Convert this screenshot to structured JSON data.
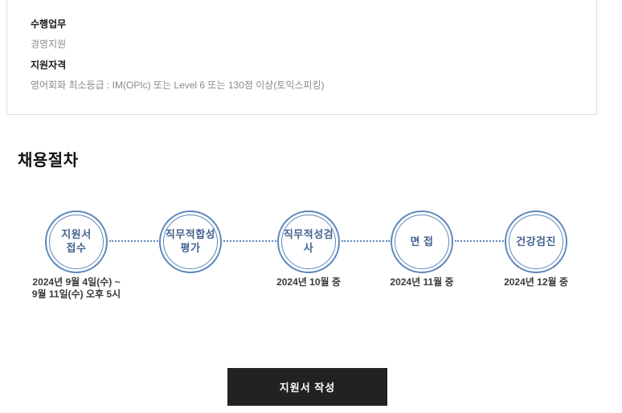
{
  "info_box": {
    "sections": [
      {
        "label": "수행업무",
        "value": "경영지원"
      },
      {
        "label": "지원자격",
        "value": "영어회화 최소등급 : IM(OPIc) 또는 Level 6 또는 130점 이상(토익스피킹)"
      }
    ]
  },
  "process": {
    "title": "채용절차",
    "steps": [
      {
        "label": "지원서\n접수",
        "date": "2024년 9월 4일(수) ~\n9월 11일(수) 오후 5시"
      },
      {
        "label": "직무적합성\n평가",
        "date": ""
      },
      {
        "label": "직무적성검사",
        "date": "2024년 10월 중"
      },
      {
        "label": "면 접",
        "date": "2024년 11월 중"
      },
      {
        "label": "건강검진",
        "date": "2024년 12월 중"
      }
    ]
  },
  "apply_button": {
    "label": "지원서 작성"
  },
  "colors": {
    "circle_border": "#5c87bb",
    "circle_text": "#44628f",
    "box_border": "#ddddde",
    "button_bg": "#222222",
    "button_text": "#ffffff",
    "muted_text": "#888a8d"
  }
}
